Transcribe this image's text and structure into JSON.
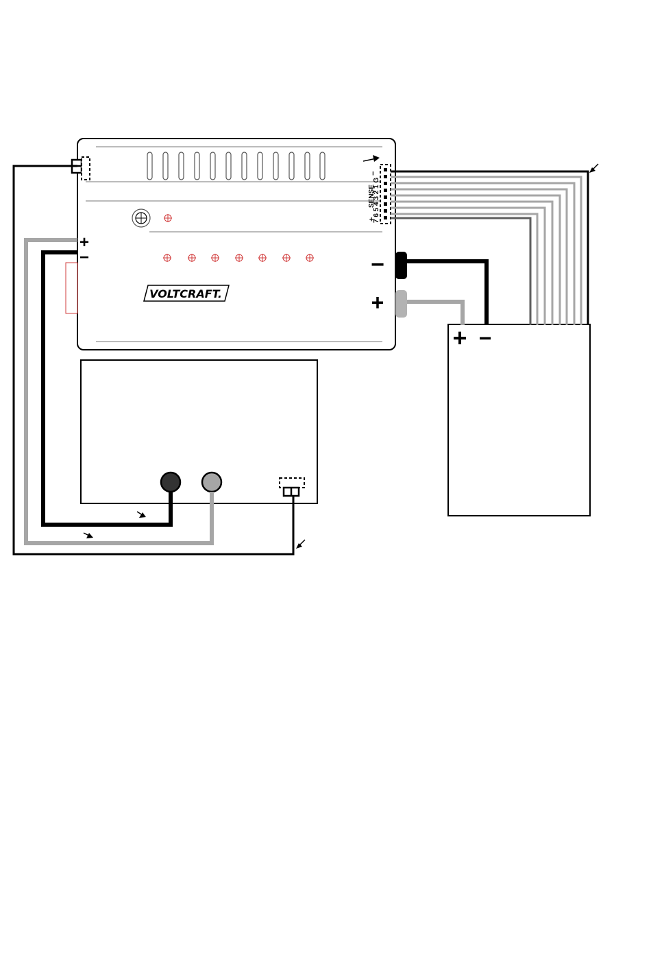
{
  "brand": {
    "logo_text": "VOLTCRAFT."
  },
  "charger": {
    "input_plus": "+",
    "input_minus": "−",
    "output_minus": "−",
    "output_plus": "+",
    "sense_label": "SENSE",
    "sense_plus": "+",
    "sense_minus": "−",
    "sense_pins": "7 6 5 4 3 2 1 G"
  },
  "battery_pack": {
    "plus": "+",
    "minus": "−"
  },
  "colors": {
    "line": "#000000",
    "wire_black": "#000000",
    "wire_gray": "#a6a6a6",
    "wire_dark_gray": "#5e5e5e",
    "accent_red": "#d23c3c",
    "socket_gray": "#b3b3b3"
  },
  "icons": [
    "arrow-icon",
    "plus-icon",
    "minus-icon",
    "target-icon"
  ]
}
